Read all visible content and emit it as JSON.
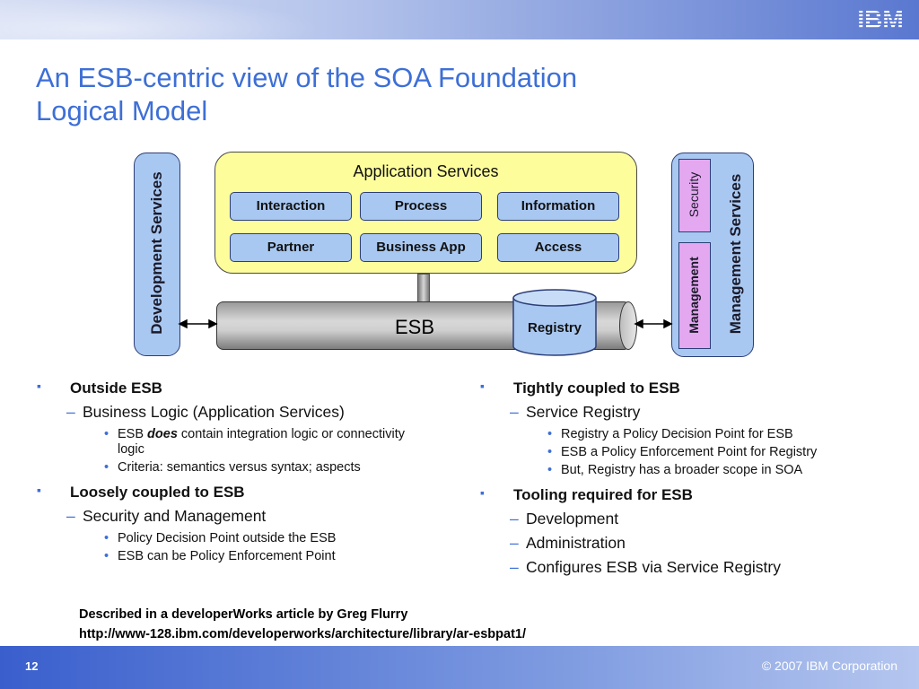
{
  "header": {
    "logo_text": "IBM"
  },
  "title": {
    "line1": "An ESB-centric view of the SOA Foundation",
    "line2": "Logical Model"
  },
  "diagram": {
    "development_services": "Development Services",
    "management_services": "Management Services",
    "security": "Security",
    "management": "Management",
    "application_services": "Application Services",
    "services": [
      "Interaction",
      "Process",
      "Information",
      "Partner",
      "Business App",
      "Access"
    ],
    "esb": "ESB",
    "registry": "Registry"
  },
  "left_column": {
    "section1": "Outside ESB",
    "section1_sub": "Business Logic (Application Services)",
    "section1_items": {
      "item1_pre": "ESB ",
      "item1_emph": "does",
      "item1_post": " contain integration logic or connectivity logic",
      "item2": "Criteria: semantics versus syntax; aspects"
    },
    "section2": "Loosely coupled to ESB",
    "section2_sub": "Security and Management",
    "section2_items": [
      "Policy Decision Point outside the ESB",
      "ESB can be Policy Enforcement Point"
    ]
  },
  "right_column": {
    "section1": "Tightly coupled to ESB",
    "section1_sub": "Service Registry",
    "section1_items": [
      "Registry a Policy Decision Point for ESB",
      "ESB a Policy Enforcement Point for Registry",
      "But, Registry has a broader scope in SOA"
    ],
    "section2": "Tooling required for ESB",
    "section2_subs": [
      "Development",
      "Administration",
      "Configures ESB via Service Registry"
    ]
  },
  "note": {
    "line1": "Described in a developerWorks article by Greg Flurry",
    "line2": "http://www-128.ibm.com/developerworks/architecture/library/ar-esbpat1/"
  },
  "footer": {
    "page_number": "12",
    "copyright": "© 2007 IBM Corporation"
  },
  "colors": {
    "title": "#3d6fd6",
    "service_box": "#a9c8f1",
    "app_box": "#fdfd9c",
    "mgmt_box": "#e4a8f0"
  }
}
